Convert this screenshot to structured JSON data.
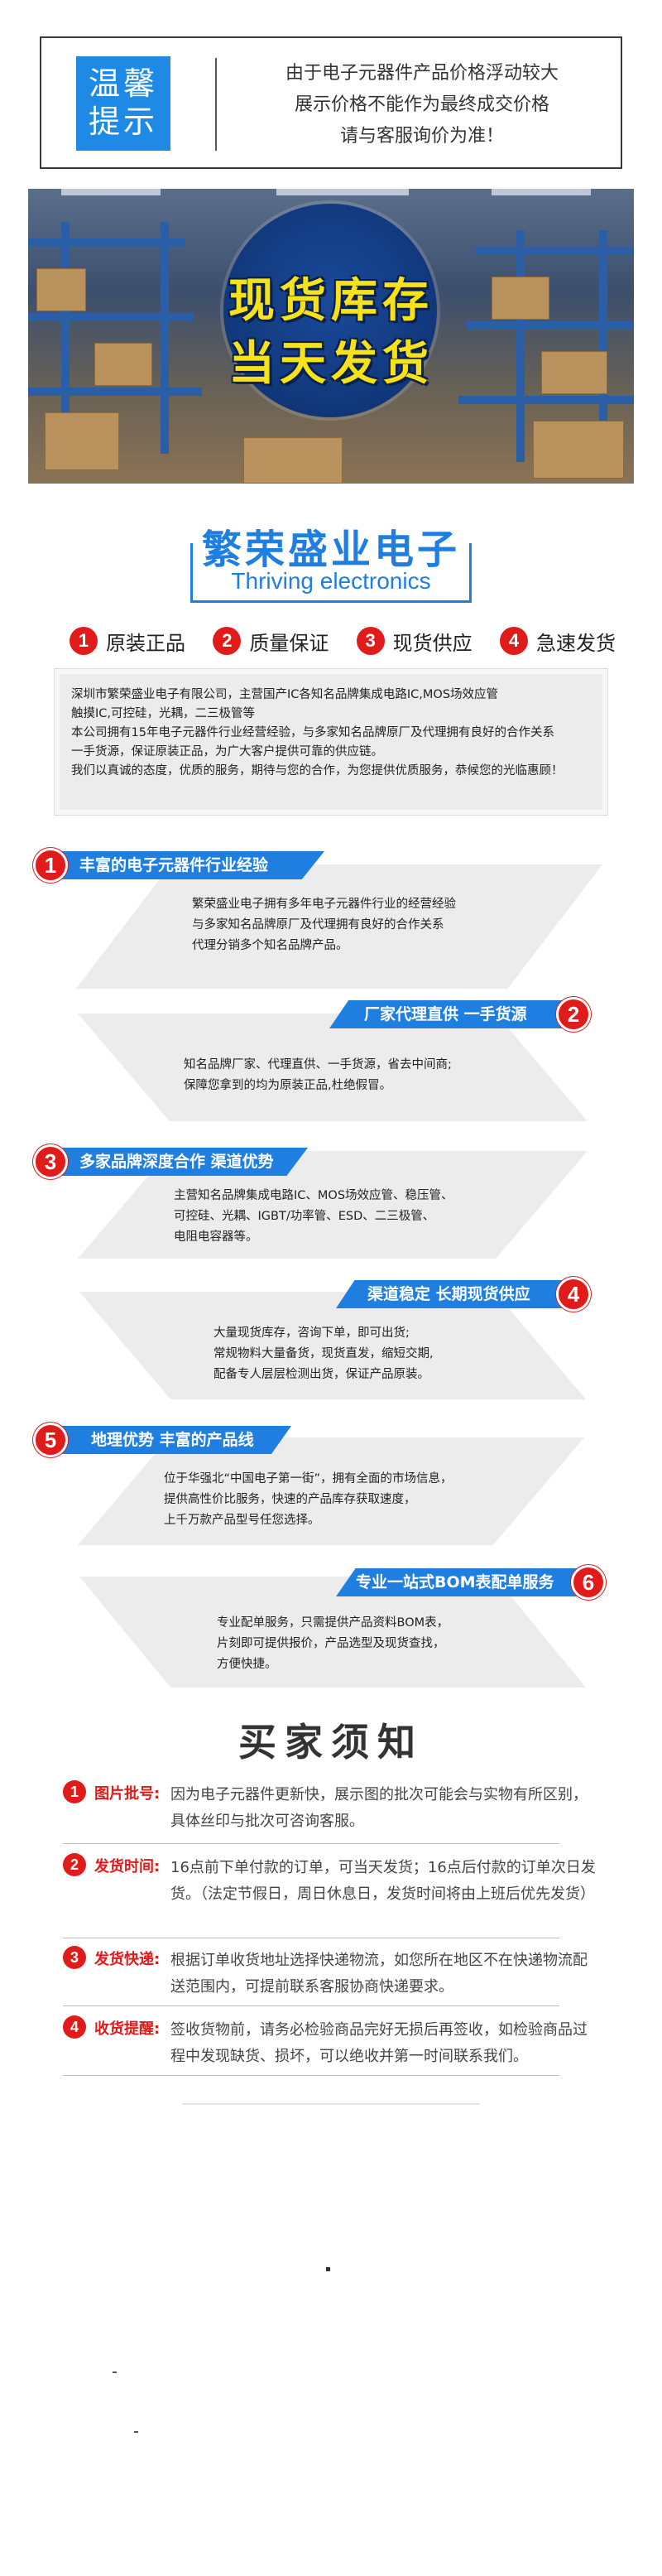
{
  "notice": {
    "badge_line1": "温馨",
    "badge_line2": "提示",
    "lines": [
      "由于电子元器件产品价格浮动较大",
      "展示价格不能作为最终成交价格",
      "请与客服询价为准！"
    ]
  },
  "banner": {
    "line1": "现货库存",
    "line2": "当天发货"
  },
  "company": {
    "title": "繁荣盛业电子",
    "subtitle": "Thriving electronics"
  },
  "features": [
    {
      "num": "1",
      "label": "原装正品"
    },
    {
      "num": "2",
      "label": "质量保证"
    },
    {
      "num": "3",
      "label": "现货供应"
    },
    {
      "num": "4",
      "label": "急速发货"
    }
  ],
  "intro": [
    "深圳市繁荣盛业电子有限公司，主营国产IC各知名品牌集成电路IC,MOS场效应管",
    "触摸IC,可控硅，光耦，二三极管等",
    "本公司拥有15年电子元器件行业经营经验，与多家知名品牌原厂及代理拥有良好的合作关系",
    "一手货源，保证原装正品，为广大客户提供可靠的供应链。",
    "我们以真诚的态度，优质的服务，期待与您的合作，为您提供优质服务，恭候您的光临惠顾！"
  ],
  "sections": [
    {
      "num": "1",
      "title": "丰富的电子元器件行业经验",
      "lines": [
        "繁荣盛业电子拥有多年电子元器件行业的经营经验",
        "与多家知名品牌原厂及代理拥有良好的合作关系",
        "代理分销多个知名品牌产品。"
      ]
    },
    {
      "num": "2",
      "title": "厂家代理直供 一手货源",
      "lines": [
        "知名品牌厂家、代理直供、一手货源，省去中间商;",
        "保障您拿到的均为原装正品,杜绝假冒。"
      ]
    },
    {
      "num": "3",
      "title": "多家品牌深度合作 渠道优势",
      "lines": [
        "主营知名品牌集成电路IC、MOS场效应管、稳压管、",
        "可控硅、光耦、IGBT/功率管、ESD、二三极管、",
        "电阻电容器等。"
      ]
    },
    {
      "num": "4",
      "title": "渠道稳定 长期现货供应",
      "lines": [
        "大量现货库存，咨询下单，即可出货;",
        "常规物料大量备货，现货直发，缩短交期,",
        "配备专人层层检测出货，保证产品原装。"
      ]
    },
    {
      "num": "5",
      "title": "地理优势 丰富的产品线",
      "lines": [
        "位于华强北“中国电子第一街”，拥有全面的市场信息，",
        "提供高性价比服务，快速的产品库存获取速度，",
        "上千万款产品型号任您选择。"
      ]
    },
    {
      "num": "6",
      "title": "专业一站式BOM表配单服务",
      "lines": [
        "专业配单服务，只需提供产品资料BOM表，",
        "片刻即可提供报价，产品选型及现货查找，",
        "方便快捷。"
      ]
    }
  ],
  "buyer": {
    "title": "买家须知",
    "notes": [
      {
        "num": "1",
        "label": "图片批号:",
        "text": "因为电子元器件更新快，展示图的批次可能会与实物有所区别，具体丝印与批次可咨询客服。"
      },
      {
        "num": "2",
        "label": "发货时间:",
        "text": "16点前下单付款的订单，可当天发货；16点后付款的订单次日发货。（法定节假日，周日休息日，发货时间将由上班后优先发货）"
      },
      {
        "num": "3",
        "label": "发货快递:",
        "text": "根据订单收货地址选择快递物流，如您所在地区不在快递物流配送范围内，可提前联系客服协商快递要求。"
      },
      {
        "num": "4",
        "label": "收货提醒:",
        "text": "签收货物前，请务必检验商品完好无损后再签收，如检验商品过程中发现缺货、损坏，可以绝收并第一时间联系我们。"
      }
    ]
  },
  "colors": {
    "accent_blue": "#1f7fe0",
    "accent_red": "#e11a1a",
    "banner_yellow": "#f5e21a"
  }
}
